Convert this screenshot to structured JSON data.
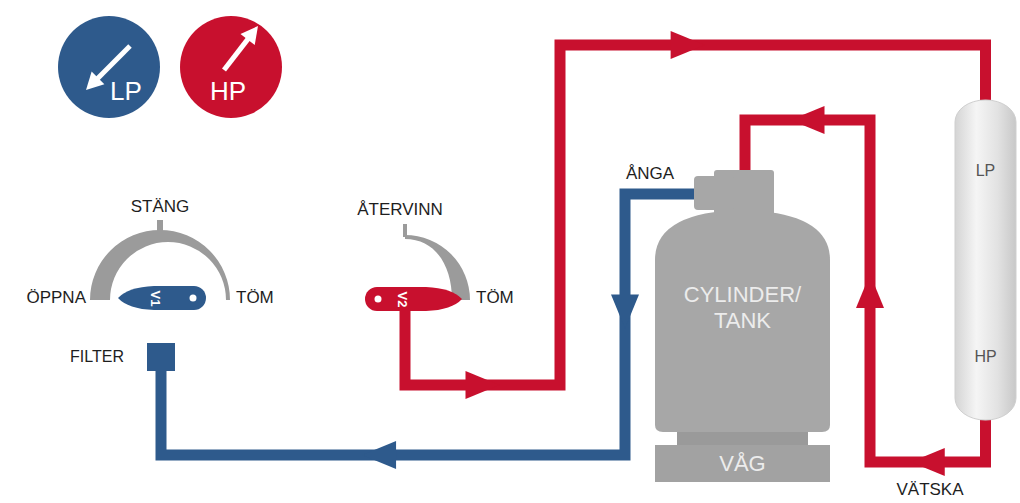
{
  "diagram": {
    "nodes": [
      {
        "text": [
          "LP"
        ]
      },
      {
        "text": [
          "HP"
        ]
      },
      {
        "text": [
          "V1"
        ]
      },
      {
        "text": [
          "V2"
        ]
      },
      {
        "text": [
          "LP",
          "HP"
        ]
      },
      {
        "text": [
          "CYLINDER/ TANK"
        ]
      },
      {
        "text": [
          "VÅG"
        ]
      },
      {
        "text": [
          "FILTER"
        ]
      }
    ],
    "edges": [
      {
        "from": 5,
        "to": 7,
        "arrow": "to"
      },
      {
        "from": 3,
        "to": 4,
        "arrow": "to"
      },
      {
        "from": 4,
        "to": 5,
        "arrow": "to"
      }
    ],
    "labels": [
      "STÄNG",
      "ÖPPNA",
      "TÖM",
      "ÅTERVINN",
      "TÖM",
      "ÅNGA",
      "VÄTSKA"
    ]
  }
}
